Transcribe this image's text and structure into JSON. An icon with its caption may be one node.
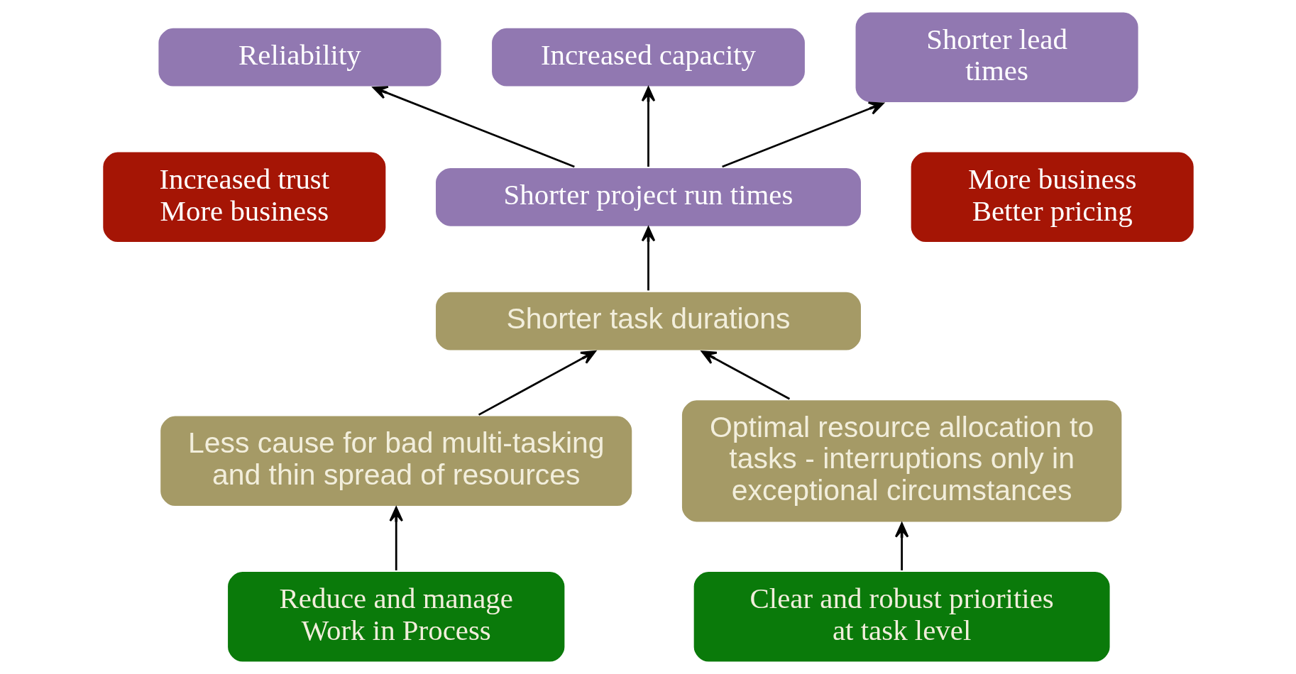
{
  "diagram": {
    "nodes": [
      {
        "text": [
          "Reliability"
        ]
      },
      {
        "text": [
          "Increased capacity"
        ]
      },
      {
        "text": [
          "Shorter lead times"
        ]
      },
      {
        "text": [
          "Increased trust",
          "More business"
        ]
      },
      {
        "text": [
          "Shorter project run times"
        ]
      },
      {
        "text": [
          "More business",
          "Better pricing"
        ]
      },
      {
        "text": [
          "Shorter task durations"
        ]
      },
      {
        "text": [
          "Less cause for bad multi-tasking and thin spread of resources"
        ]
      },
      {
        "text": [
          "Optimal resource allocation to tasks - interruptions only in exceptional circumstances"
        ]
      },
      {
        "text": [
          "Reduce and manage Work in Process"
        ]
      },
      {
        "text": [
          "Clear and robust priorities at task level"
        ]
      }
    ],
    "edges": [
      {
        "from": 4,
        "to": 0,
        "arrow": "to"
      },
      {
        "from": 4,
        "to": 1,
        "arrow": "to"
      },
      {
        "from": 4,
        "to": 2,
        "arrow": "to"
      },
      {
        "from": 6,
        "to": 4,
        "arrow": "to"
      },
      {
        "from": 7,
        "to": 6,
        "arrow": "to"
      },
      {
        "from": 8,
        "to": 6,
        "arrow": "to"
      },
      {
        "from": 9,
        "to": 7,
        "arrow": "to"
      },
      {
        "from": 10,
        "to": 8,
        "arrow": "to"
      }
    ]
  }
}
